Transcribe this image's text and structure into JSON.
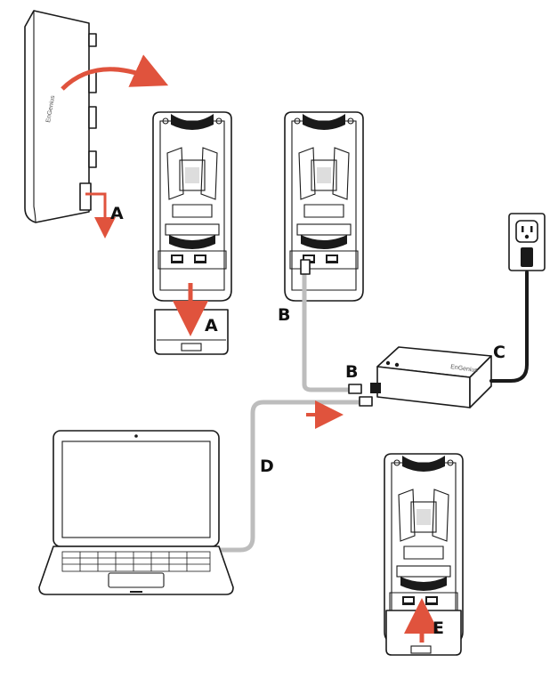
{
  "labels": {
    "a_device": "A",
    "a_cover": "A",
    "b_port": "B",
    "b_injector": "B",
    "c_power": "C",
    "d_laptop": "D",
    "e_cover": "E"
  },
  "device_brand": "EnGenius",
  "injector_brand": "EnGenius",
  "colors": {
    "arrow": "#e0533d",
    "ethernet_cable": "#bdbdbd",
    "power_cable": "#1a1a1a",
    "outline": "#1a1a1a"
  },
  "icons": {
    "access_point": "outdoor-access-point-icon",
    "power_outlet": "power-outlet-icon",
    "poe_injector": "poe-injector-icon",
    "laptop": "laptop-icon"
  }
}
